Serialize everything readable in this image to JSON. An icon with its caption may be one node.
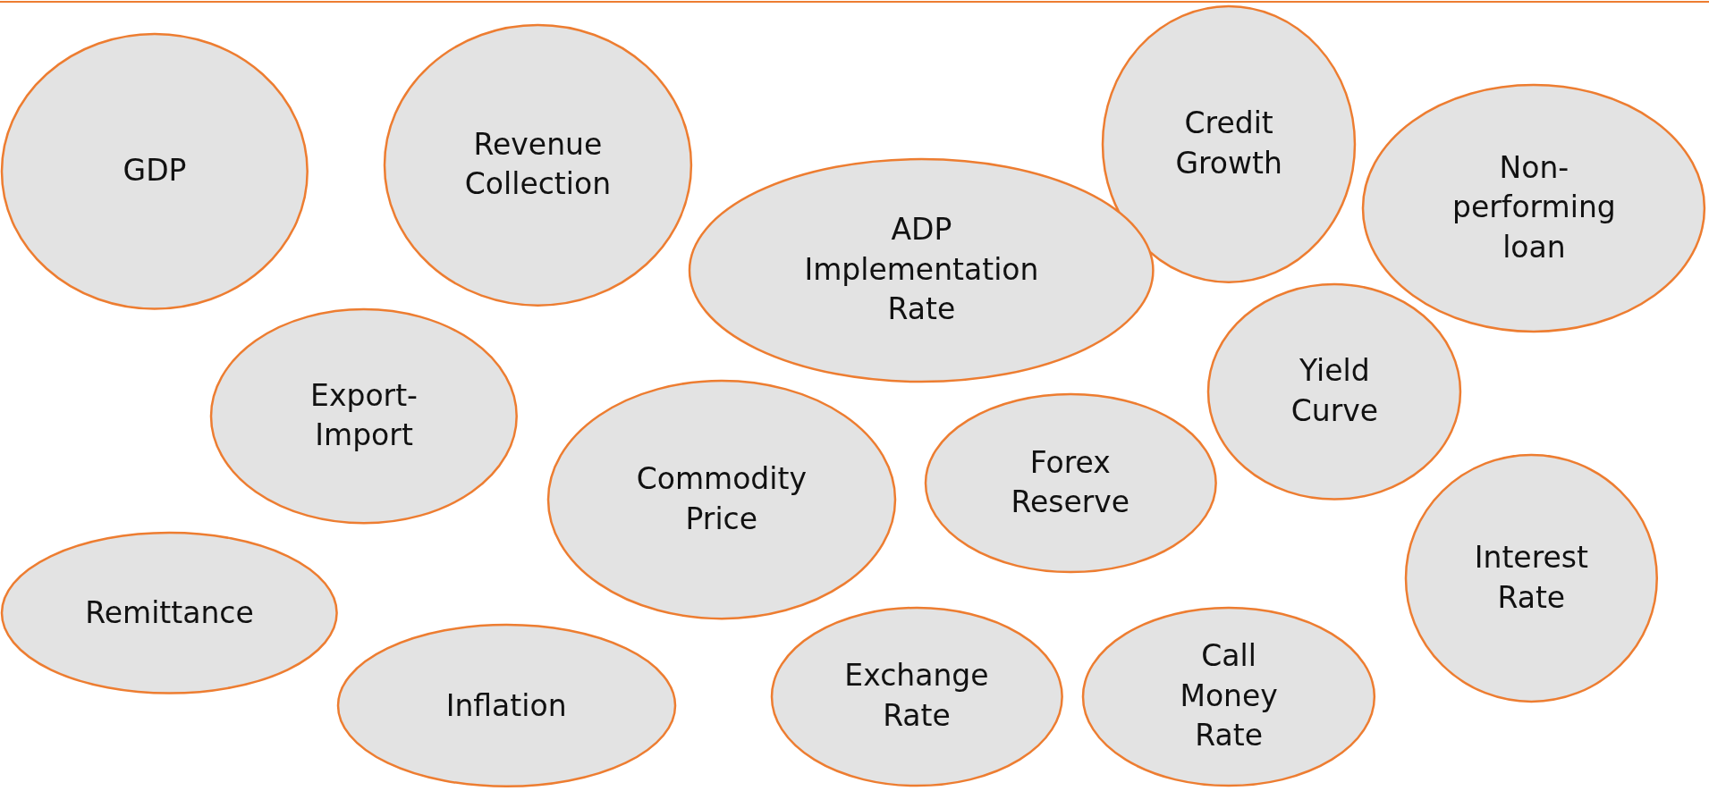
{
  "diagram": {
    "nodes": [
      {
        "text": [
          "GDP"
        ]
      },
      {
        "text": [
          "Revenue Collection"
        ]
      },
      {
        "text": [
          "Credit Growth"
        ]
      },
      {
        "text": [
          "Non-performing loan"
        ]
      },
      {
        "text": [
          "ADP Implementation Rate"
        ]
      },
      {
        "text": [
          "Yield Curve"
        ]
      },
      {
        "text": [
          "Export-Import"
        ]
      },
      {
        "text": [
          "Commodity Price"
        ]
      },
      {
        "text": [
          "Forex Reserve"
        ]
      },
      {
        "text": [
          "Interest Rate"
        ]
      },
      {
        "text": [
          "Remittance"
        ]
      },
      {
        "text": [
          "Inflation"
        ]
      },
      {
        "text": [
          "Exchange Rate"
        ]
      },
      {
        "text": [
          "Call Money Rate"
        ]
      }
    ]
  }
}
